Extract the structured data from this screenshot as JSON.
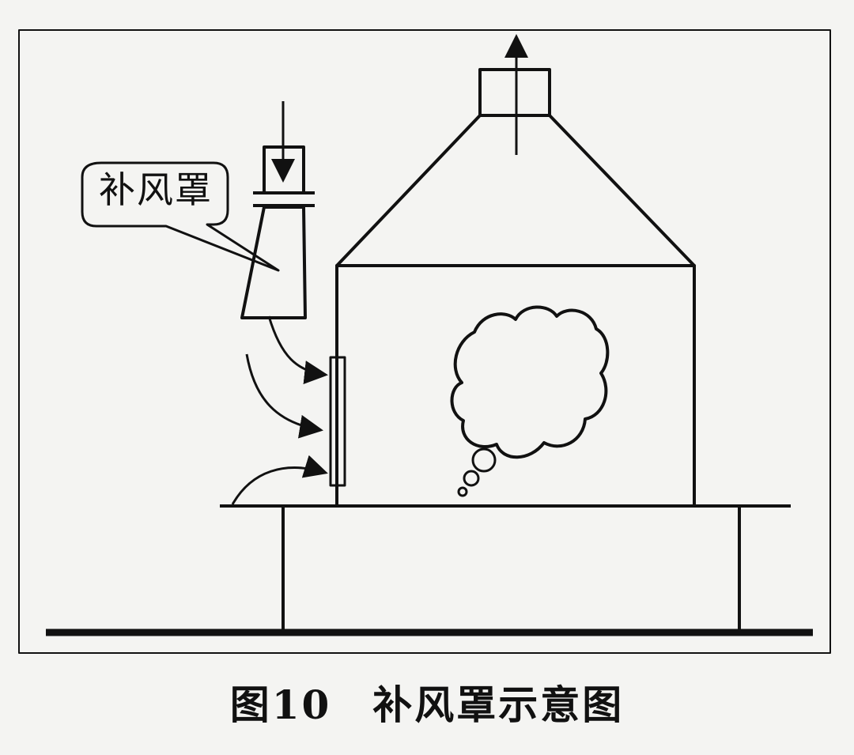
{
  "diagram": {
    "callout_label": "补风罩",
    "caption_figure": "图10",
    "caption_title": "补风罩示意图"
  },
  "colors": {
    "stroke": "#111111",
    "background": "#f4f4f2"
  }
}
